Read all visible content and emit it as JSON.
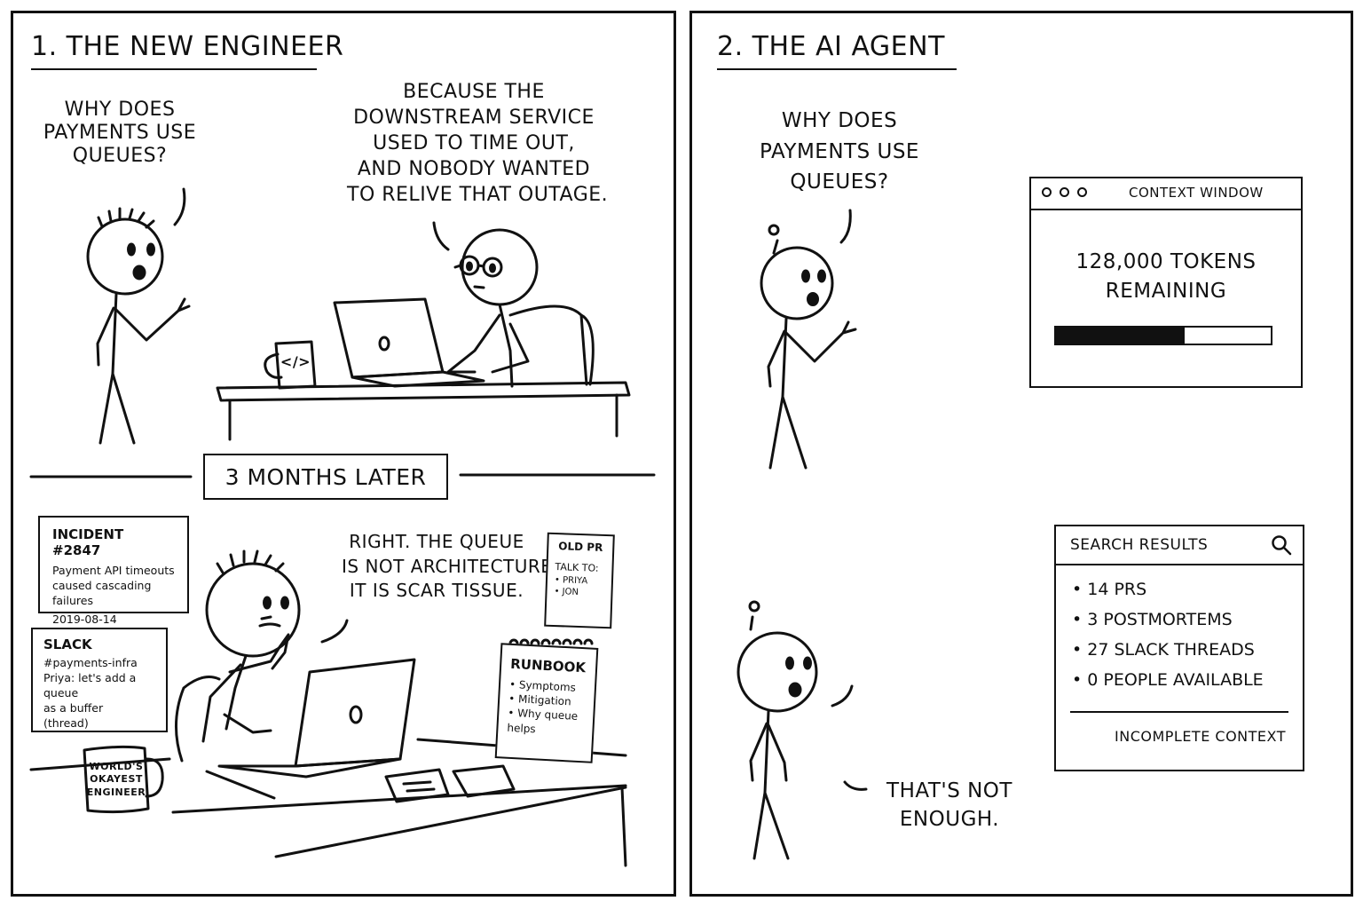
{
  "panel1": {
    "title": "1. THE NEW ENGINEER",
    "question": [
      "WHY DOES",
      "PAYMENTS USE",
      "QUEUES?"
    ],
    "answer": [
      "BECAUSE THE",
      "DOWNSTREAM SERVICE",
      "USED TO TIME OUT,",
      "AND NOBODY WANTED",
      "TO RELIVE THAT OUTAGE."
    ],
    "mug_label": "</>",
    "time_caption": "3 MONTHS LATER",
    "incident": {
      "title": "INCIDENT #2847",
      "lines": [
        "Payment API timeouts",
        "caused cascading failures"
      ],
      "date": "2019-08-14"
    },
    "slack": {
      "title": "SLACK",
      "channel": "#payments-infra",
      "lines": [
        "Priya: let's add a queue",
        "as a buffer",
        "(thread)"
      ]
    },
    "realization": [
      "RIGHT. THE QUEUE",
      "IS NOT ARCHITECTURE.",
      "IT IS SCAR TISSUE."
    ],
    "old_pr": {
      "title": "OLD PR",
      "talk_to": "TALK TO:",
      "people": [
        "• PRIYA",
        "• JON"
      ]
    },
    "runbook": {
      "title": "RUNBOOK",
      "items": [
        "• Symptoms",
        "• Mitigation",
        "• Why queue helps"
      ]
    },
    "mug2": [
      "WORLD'S",
      "OKAYEST",
      "ENGINEER"
    ]
  },
  "panel2": {
    "title": "2. THE AI AGENT",
    "question": [
      "WHY DOES",
      "PAYMENTS USE",
      "QUEUES?"
    ],
    "context_window": {
      "title": "CONTEXT WINDOW",
      "text": [
        "128,000 TOKENS",
        "REMAINING"
      ],
      "progress_fraction": 0.6
    },
    "search": {
      "title": "SEARCH RESULTS",
      "items": [
        "• 14 PRs",
        "• 3 POSTMORTEMS",
        "• 27 SLACK THREADS",
        "• 0 PEOPLE AVAILABLE"
      ],
      "warning": "INCOMPLETE CONTEXT"
    },
    "reply": [
      "THAT'S NOT",
      "ENOUGH."
    ]
  }
}
